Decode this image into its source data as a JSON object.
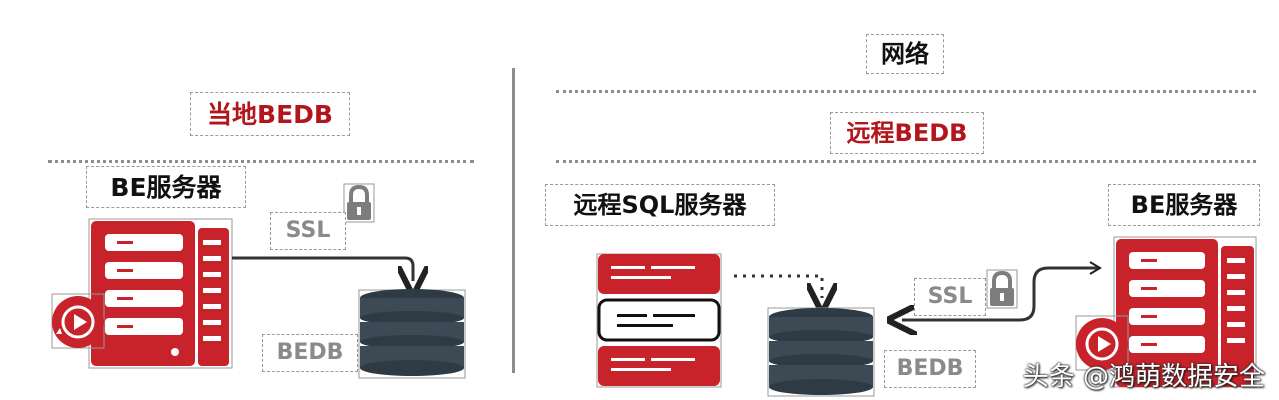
{
  "left": {
    "title": "当地BEDB",
    "server_label": "BE服务器",
    "ssl_label": "SSL",
    "db_label": "BEDB"
  },
  "right": {
    "network_label": "网络",
    "title": "远程BEDB",
    "sql_server_label": "远程SQL服务器",
    "be_server_label": "BE服务器",
    "ssl_label": "SSL",
    "db_label": "BEDB"
  },
  "watermark": "头条 @鸿萌数据安全",
  "colors": {
    "accent_red": "#c8222a",
    "db_dark": "#3d4a55",
    "divider": "#8c8c8c"
  },
  "icons": [
    "server-icon",
    "play-badge-icon",
    "lock-icon",
    "database-icon",
    "arrow-icon"
  ]
}
